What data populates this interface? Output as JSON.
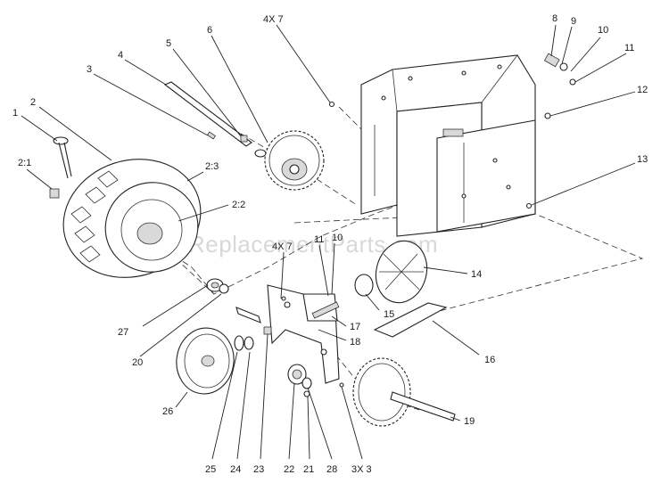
{
  "watermark": "eReplacementParts.com",
  "labels": [
    {
      "id": "1",
      "text": "1"
    },
    {
      "id": "2",
      "text": "2"
    },
    {
      "id": "2-1",
      "text": "2:1"
    },
    {
      "id": "2-2",
      "text": "2:2"
    },
    {
      "id": "2-3",
      "text": "2:3"
    },
    {
      "id": "3",
      "text": "3"
    },
    {
      "id": "4",
      "text": "4"
    },
    {
      "id": "5",
      "text": "5"
    },
    {
      "id": "6",
      "text": "6"
    },
    {
      "id": "4x7-top",
      "text": "4X 7"
    },
    {
      "id": "8",
      "text": "8"
    },
    {
      "id": "9",
      "text": "9"
    },
    {
      "id": "10-top",
      "text": "10"
    },
    {
      "id": "11-top",
      "text": "11"
    },
    {
      "id": "12",
      "text": "12"
    },
    {
      "id": "13",
      "text": "13"
    },
    {
      "id": "4x7-mid",
      "text": "4X 7"
    },
    {
      "id": "11-mid",
      "text": "11"
    },
    {
      "id": "10-mid",
      "text": "10"
    },
    {
      "id": "14",
      "text": "14"
    },
    {
      "id": "15",
      "text": "15"
    },
    {
      "id": "16",
      "text": "16"
    },
    {
      "id": "17",
      "text": "17"
    },
    {
      "id": "18",
      "text": "18"
    },
    {
      "id": "19",
      "text": "19"
    },
    {
      "id": "20",
      "text": "20"
    },
    {
      "id": "21",
      "text": "21"
    },
    {
      "id": "22",
      "text": "22"
    },
    {
      "id": "23",
      "text": "23"
    },
    {
      "id": "24",
      "text": "24"
    },
    {
      "id": "25",
      "text": "25"
    },
    {
      "id": "26",
      "text": "26"
    },
    {
      "id": "27",
      "text": "27"
    },
    {
      "id": "28",
      "text": "28"
    },
    {
      "id": "3x3",
      "text": "3X 3"
    }
  ]
}
